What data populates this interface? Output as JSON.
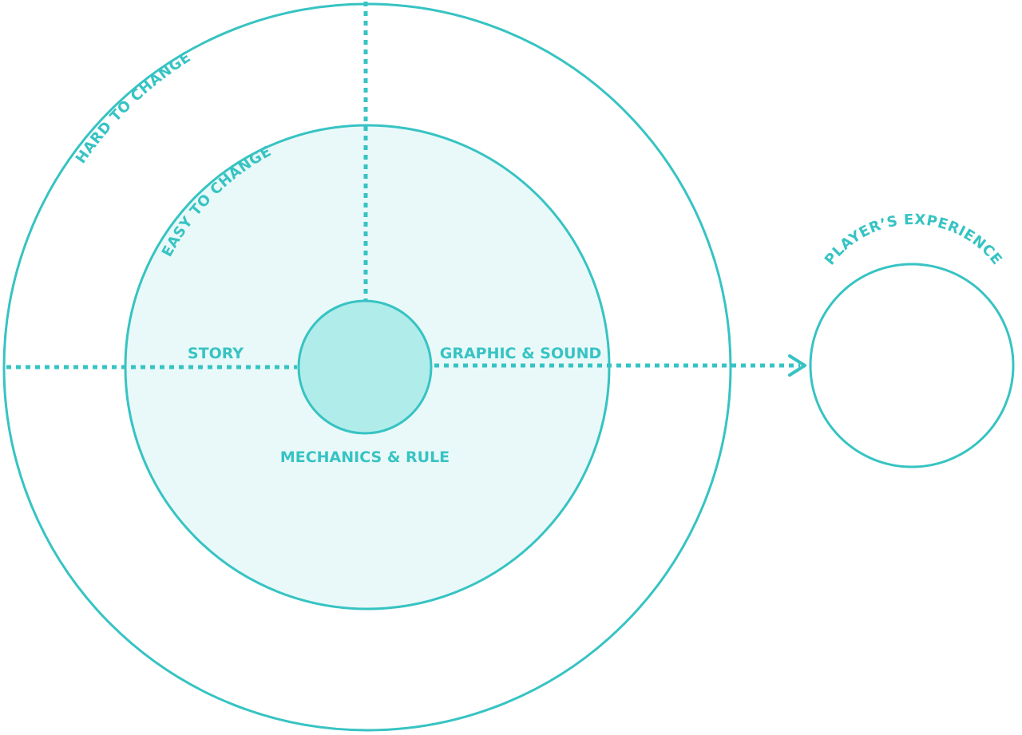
{
  "colors": {
    "accent": "#37c3c3",
    "inner_fill": "#e9f9f9",
    "core_fill": "#b0ecea",
    "background": "#ffffff"
  },
  "labels": {
    "hard_to_change": "HARD TO CHANGE",
    "easy_to_change": "EASY TO CHANGE",
    "story": "STORY",
    "graphic_sound": "GRAPHIC & SOUND",
    "mechanics_rule": "MECHANICS & RULE",
    "players_experience": "PLAYER’S EXPERIENCE"
  }
}
